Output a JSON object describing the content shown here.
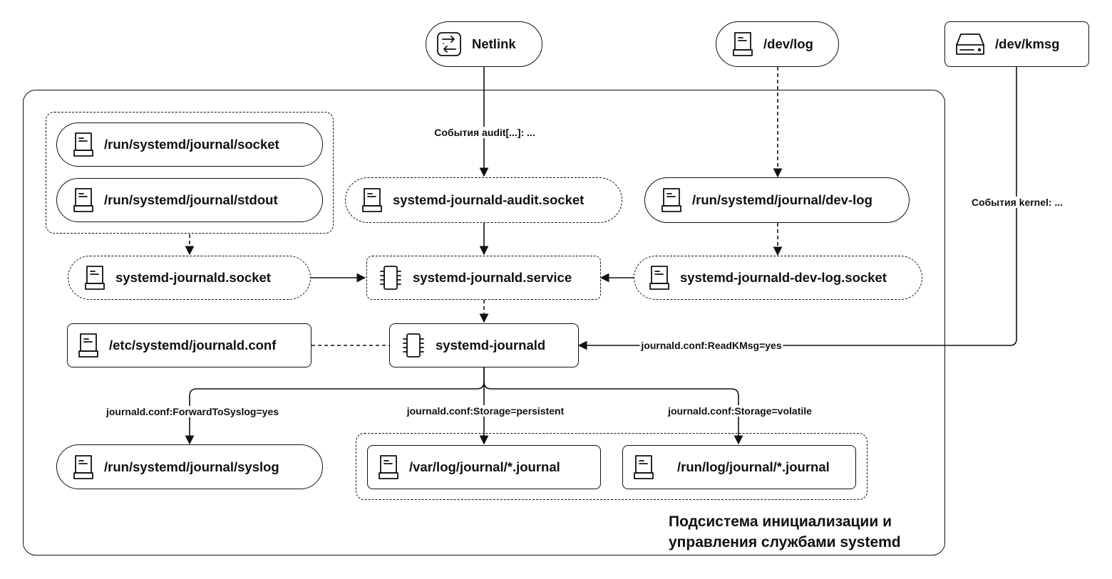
{
  "container": {
    "title_line1": "Подсистема инициализации и",
    "title_line2": "управления службами systemd"
  },
  "nodes": {
    "netlink": {
      "label": "Netlink",
      "icon": "network-switch-icon"
    },
    "dev_log": {
      "label": "/dev/log",
      "icon": "file-icon"
    },
    "dev_kmsg": {
      "label": "/dev/kmsg",
      "icon": "hard-drive-icon"
    },
    "journal_socket": {
      "label": "/run/systemd/journal/socket",
      "icon": "file-icon"
    },
    "journal_stdout": {
      "label": "/run/systemd/journal/stdout",
      "icon": "file-icon"
    },
    "audit_socket": {
      "label": "systemd-journald-audit.socket",
      "icon": "file-icon"
    },
    "dev_log_path": {
      "label": "/run/systemd/journal/dev-log",
      "icon": "file-icon"
    },
    "journald_socket": {
      "label": "systemd-journald.socket",
      "icon": "file-icon"
    },
    "journald_service": {
      "label": "systemd-journald.service",
      "icon": "chip-icon"
    },
    "dev_log_socket": {
      "label": "systemd-journald-dev-log.socket",
      "icon": "file-icon"
    },
    "journald_conf": {
      "label": "/etc/systemd/journald.conf",
      "icon": "file-icon"
    },
    "journald": {
      "label": "systemd-journald",
      "icon": "chip-icon"
    },
    "syslog": {
      "label": "/run/systemd/journal/syslog",
      "icon": "file-icon"
    },
    "var_log_journal": {
      "label": "/var/log/journal/*.journal",
      "icon": "file-icon"
    },
    "run_log_journal": {
      "label": "/run/log/journal/*.journal",
      "icon": "file-icon"
    }
  },
  "edge_labels": {
    "audit_events": "События audit[...]: ...",
    "kernel_events": "События kernel: ...",
    "read_kmsg": "journald.conf:ReadKMsg=yes",
    "forward_syslog": "journald.conf:ForwardToSyslog=yes",
    "storage_persistent": "journald.conf:Storage=persistent",
    "storage_volatile": "journald.conf:Storage=volatile"
  },
  "colors": {
    "stroke": "#111111",
    "background": "#ffffff"
  }
}
